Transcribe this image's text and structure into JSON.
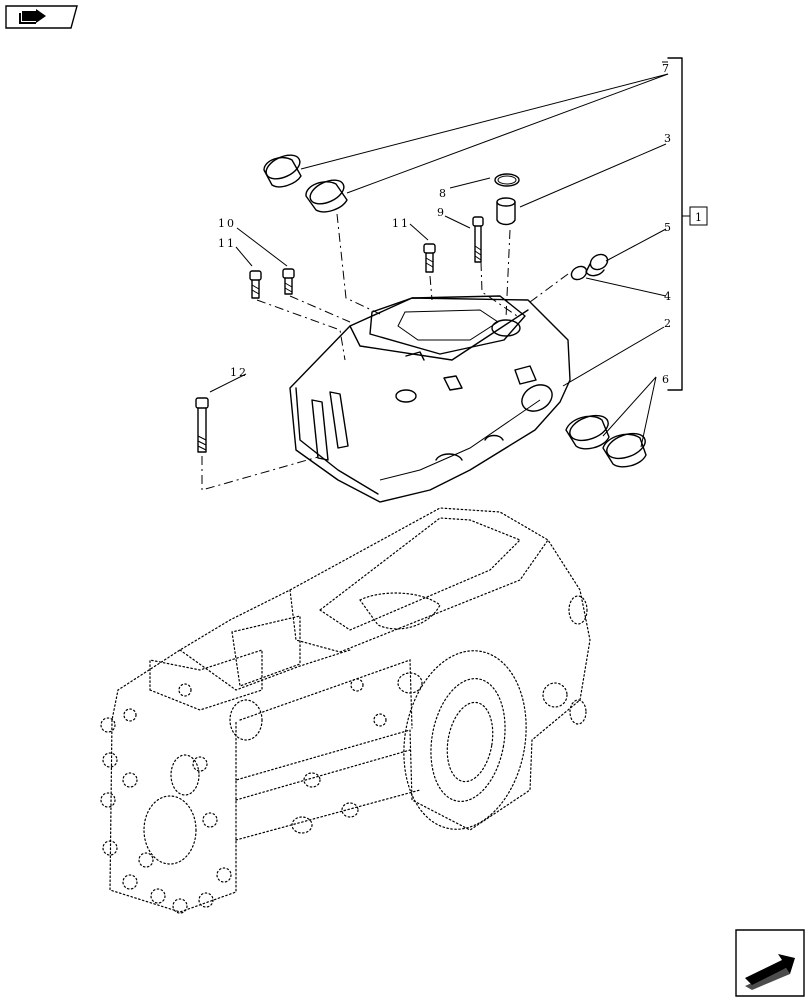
{
  "diagram": {
    "callouts": [
      {
        "id": "c7",
        "label": "7"
      },
      {
        "id": "c3",
        "label": "3"
      },
      {
        "id": "c8",
        "label": "8"
      },
      {
        "id": "c9",
        "label": "9"
      },
      {
        "id": "c10",
        "label": "10"
      },
      {
        "id": "c11a",
        "label": "11"
      },
      {
        "id": "c11b",
        "label": "11"
      },
      {
        "id": "c5",
        "label": "5"
      },
      {
        "id": "c4",
        "label": "4"
      },
      {
        "id": "c2",
        "label": "2"
      },
      {
        "id": "c12",
        "label": "12"
      },
      {
        "id": "c6",
        "label": "6"
      },
      {
        "id": "c1",
        "label": "1"
      }
    ]
  },
  "icons": {
    "top_left": "arrow-book-icon",
    "bottom_right": "next-page-arrow-icon"
  }
}
